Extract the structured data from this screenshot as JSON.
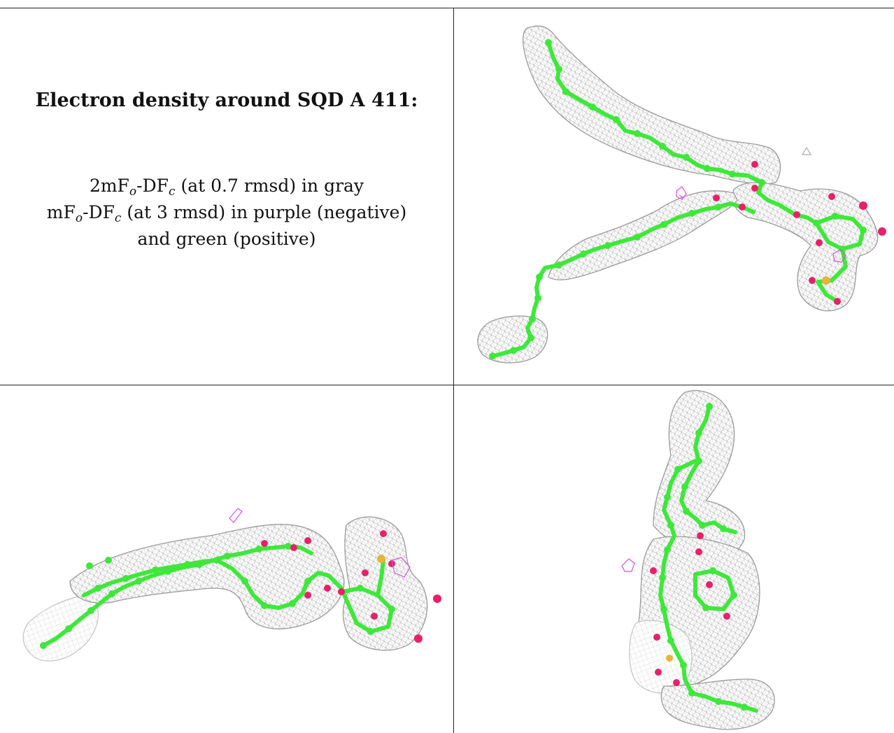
{
  "caption": {
    "title": "Electron density around SQD A 411:",
    "line1_prefix": "2mF",
    "line1_sub1": "o",
    "line1_mid": "-DF",
    "line1_sub2": "c",
    "line1_suffix": " (at 0.7 rmsd) in gray",
    "line2_prefix": "mF",
    "line2_sub1": "o",
    "line2_mid": "-DF",
    "line2_sub2": "c",
    "line2_suffix": " (at 3 rmsd) in purple (negative)",
    "line3": "and green (positive)"
  },
  "colors": {
    "density_map": "#9a9a9a",
    "carbon": "#3ee83a",
    "oxygen": "#e8206a",
    "sulfur": "#e6b43a",
    "negative_difference": "#d64fe0",
    "grid_line": "#222222"
  },
  "panels": [
    {
      "view": "view-top-right"
    },
    {
      "view": "view-bottom-left"
    },
    {
      "view": "view-bottom-right"
    }
  ]
}
